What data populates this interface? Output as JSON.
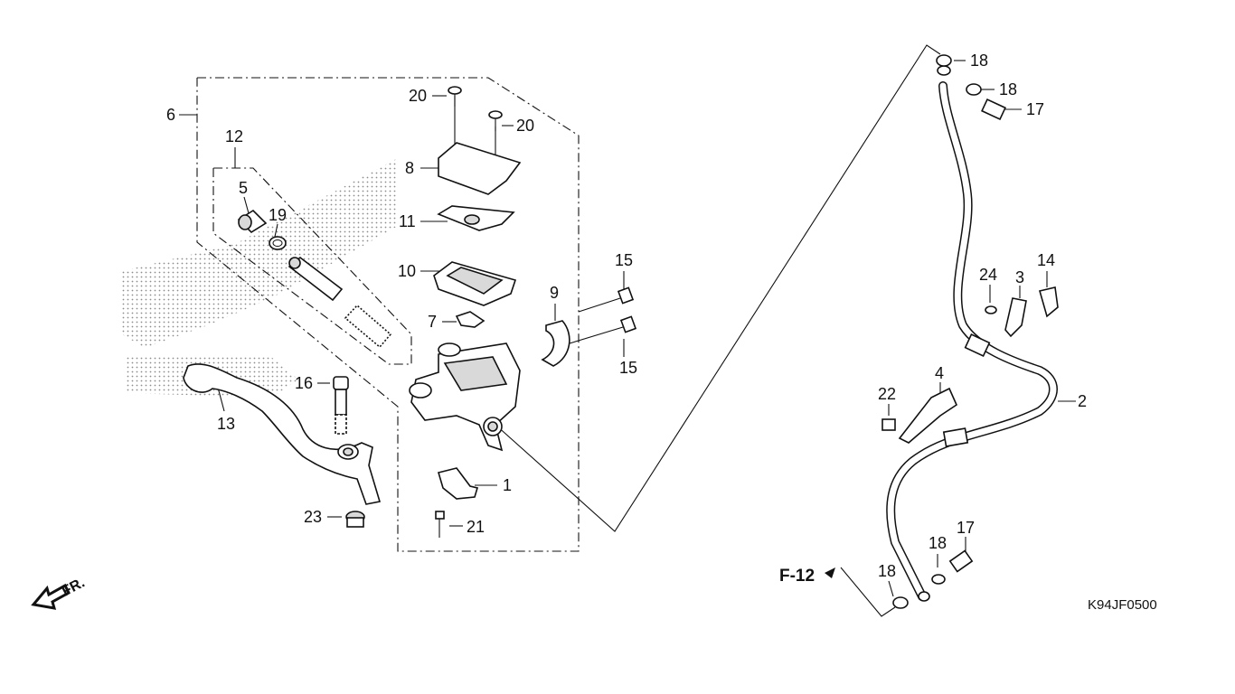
{
  "diagram": {
    "drawing_code": "K94JF0500",
    "direction_label": "FR.",
    "reference_label": "F-12",
    "callouts": {
      "c1": "1",
      "c2": "2",
      "c3": "3",
      "c4": "4",
      "c5": "5",
      "c6": "6",
      "c7": "7",
      "c8": "8",
      "c9": "9",
      "c10": "10",
      "c11": "11",
      "c12": "12",
      "c13": "13",
      "c14": "14",
      "c15a": "15",
      "c15b": "15",
      "c16": "16",
      "c17a": "17",
      "c17b": "17",
      "c18a": "18",
      "c18b": "18",
      "c18c": "18",
      "c18d": "18",
      "c19": "19",
      "c20a": "20",
      "c20b": "20",
      "c21": "21",
      "c22": "22",
      "c23": "23",
      "c24": "24"
    }
  }
}
